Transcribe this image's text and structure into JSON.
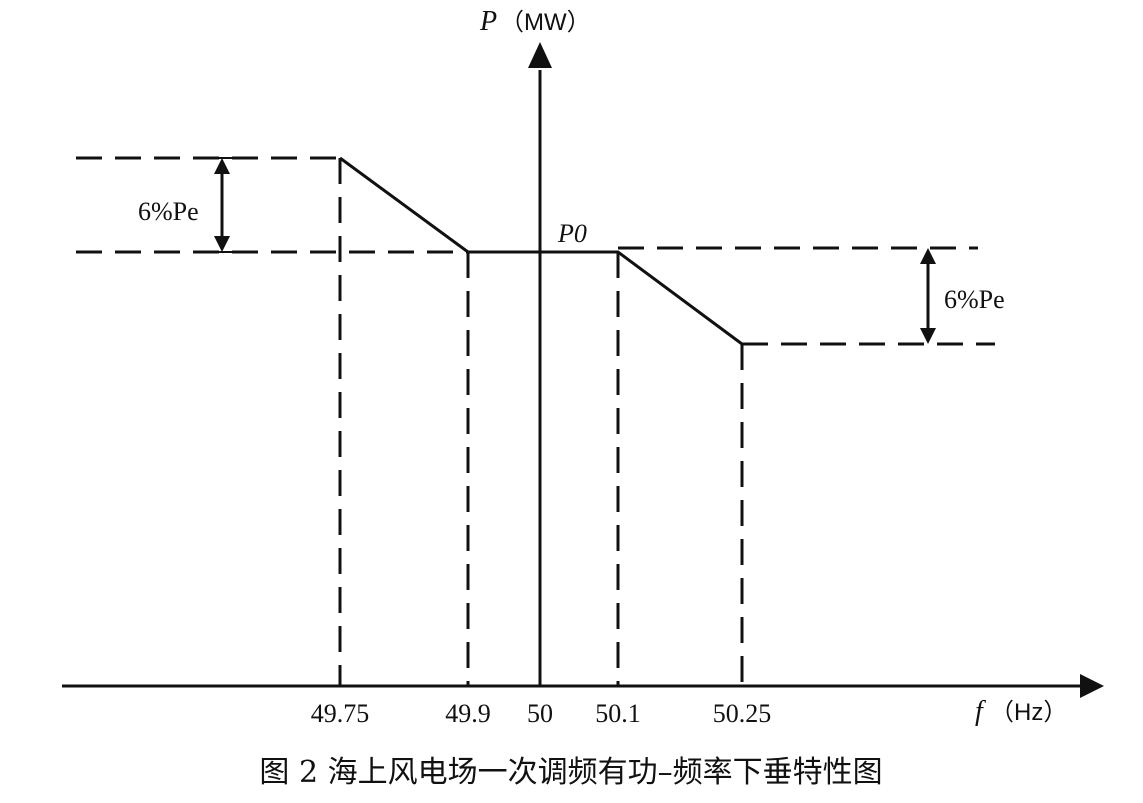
{
  "axes": {
    "y_label": "P",
    "y_unit": "（MW）",
    "x_label": "f",
    "x_unit": "（Hz）"
  },
  "ticks": [
    "49.75",
    "49.9",
    "50",
    "50.1",
    "50.25"
  ],
  "labels": {
    "p0": "P0",
    "band_left": "6%Pe",
    "band_right": "6%Pe"
  },
  "caption": "图 2  海上风电场一次调频有功–频率下垂特性图",
  "chart_data": {
    "type": "line",
    "title": "",
    "xlabel": "f（Hz）",
    "ylabel": "P（MW）",
    "x": [
      "49.75",
      "49.9",
      "50",
      "50.1",
      "50.25"
    ],
    "series": [
      {
        "points": [
          {
            "f": 49.75,
            "P": "P0+6%Pe"
          },
          {
            "f": 49.9,
            "P": "P0"
          },
          {
            "f": 50.1,
            "P": "P0"
          },
          {
            "f": 50.25,
            "P": "P0-6%Pe"
          }
        ]
      }
    ]
  }
}
